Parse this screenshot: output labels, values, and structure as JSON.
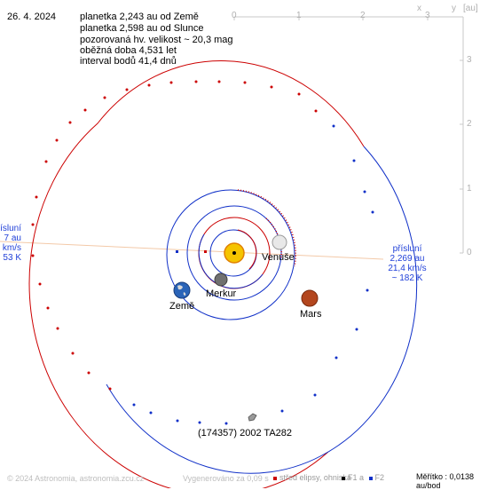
{
  "date": "26. 4. 2024",
  "info": [
    "planetka 2,243 au od Země",
    "planetka 2,598 au od Slunce",
    "pozorovaná hv. velikost ~ 20,3 mag",
    "oběžná doba 4,531 let",
    "interval bodů 41,4 dnů"
  ],
  "axes": {
    "x_ticks": [
      "0",
      "1",
      "2",
      "3"
    ],
    "y_ticks": [
      "3",
      "2",
      "1",
      "0"
    ],
    "x_name": "x",
    "y_name": "y",
    "unit": "[au]"
  },
  "perihelion_right": [
    "přísluní",
    "2,269 au",
    "21,4 km/s",
    "~ 182 K"
  ],
  "perihelion_left": [
    "ísluní",
    "7 au",
    "km/s",
    "53 K"
  ],
  "labels": {
    "venus": "Venuše",
    "mercury": "Merkur",
    "earth": "Země",
    "mars": "Mars",
    "asteroid": "(174357) 2002 TA282"
  },
  "footer": {
    "credit": "© 2024 Astronomia, astronomia.zcu.cz",
    "generated": "Vygenerováno za 0,09 s",
    "legend_center": "střed elipsy, ohniska",
    "legend_f1": "F1 a",
    "legend_f2": "F2",
    "scale": "Měřítko : 0,0138 au/bod"
  },
  "colors": {
    "orbit_red": "#cc0000",
    "orbit_blue": "#1030c8",
    "axis": "#c8c8c8",
    "perihelion_line": "#f3c9a8",
    "perihelion_text": "#1f3fd8"
  }
}
